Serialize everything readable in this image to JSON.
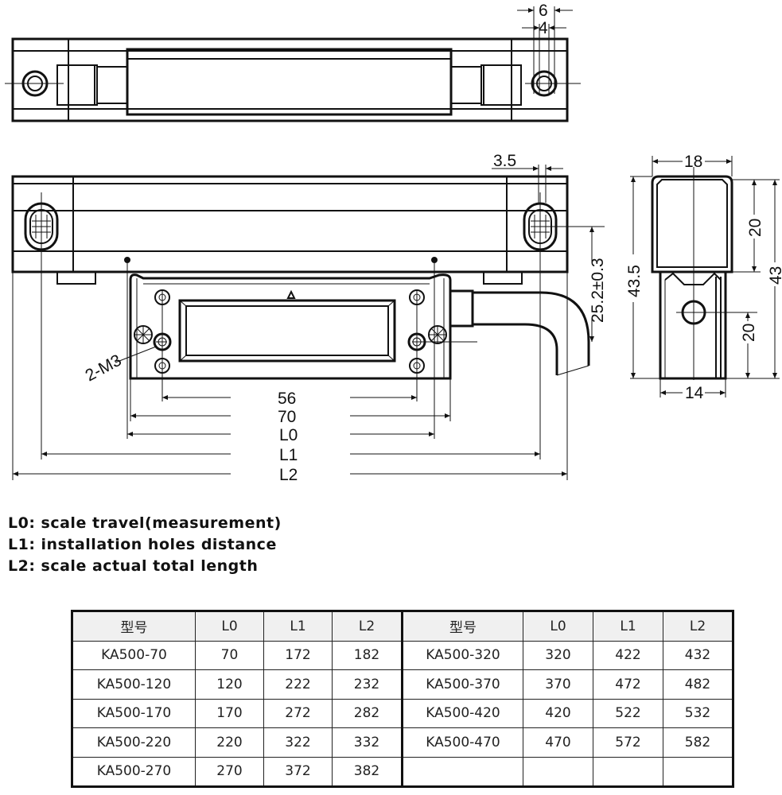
{
  "dimensions": {
    "d6": "6",
    "d4": "4",
    "d3_5": "3.5",
    "d18": "18",
    "d20_top": "20",
    "d43_5": "43.5",
    "d43": "43",
    "d25_2": "25.2±0.3",
    "d20_bottom": "20",
    "d14": "14",
    "d56": "56",
    "d70": "70",
    "dL0": "L0",
    "dL1": "L1",
    "dL2": "L2",
    "d2m3": "2-M3"
  },
  "legend": [
    "L0: scale travel(measurement)",
    "L1: installation holes distance",
    "L2: scale actual total length"
  ],
  "table": {
    "header": [
      "型号",
      "L0",
      "L1",
      "L2"
    ],
    "left_rows": [
      [
        "KA500-70",
        "70",
        "172",
        "182"
      ],
      [
        "KA500-120",
        "120",
        "222",
        "232"
      ],
      [
        "KA500-170",
        "170",
        "272",
        "282"
      ],
      [
        "KA500-220",
        "220",
        "322",
        "332"
      ],
      [
        "KA500-270",
        "270",
        "372",
        "382"
      ]
    ],
    "right_rows": [
      [
        "KA500-320",
        "320",
        "422",
        "432"
      ],
      [
        "KA500-370",
        "370",
        "472",
        "482"
      ],
      [
        "KA500-420",
        "420",
        "522",
        "532"
      ],
      [
        "KA500-470",
        "470",
        "572",
        "582"
      ]
    ]
  }
}
